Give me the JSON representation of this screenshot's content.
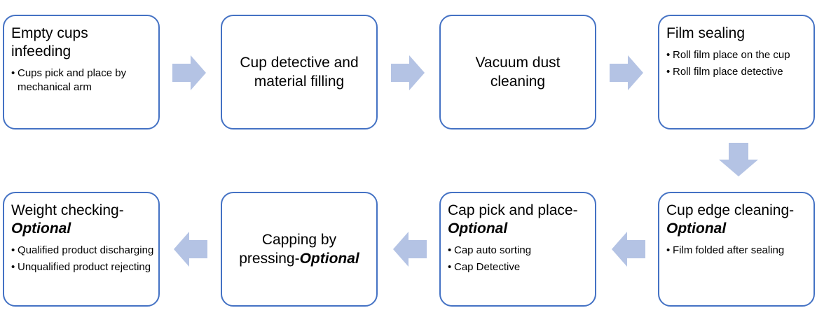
{
  "steps": [
    {
      "title": "Empty cups infeeding",
      "optional": "",
      "bullets": [
        "Cups pick and place by mechanical arm"
      ]
    },
    {
      "title": "Cup detective and material filling",
      "optional": "",
      "bullets": []
    },
    {
      "title": "Vacuum dust cleaning",
      "optional": "",
      "bullets": []
    },
    {
      "title": "Film sealing",
      "optional": "",
      "bullets": [
        "Roll film place on the cup",
        "Roll film place detective"
      ]
    },
    {
      "title": "Cup edge cleaning-",
      "optional": "Optional",
      "bullets": [
        "Film folded after sealing"
      ]
    },
    {
      "title": "Cap pick and place-",
      "optional": "Optional",
      "bullets": [
        "Cap auto sorting",
        "Cap Detective"
      ]
    },
    {
      "title": "Capping by pressing-",
      "optional": "Optional",
      "bullets": []
    },
    {
      "title": "Weight checking-",
      "optional": "Optional",
      "bullets": [
        "Qualified product discharging",
        "Unqualified product rejecting"
      ]
    }
  ],
  "bullet_symbol": "•",
  "colors": {
    "box_border": "#4472c4",
    "arrow": "#b4c3e4"
  }
}
